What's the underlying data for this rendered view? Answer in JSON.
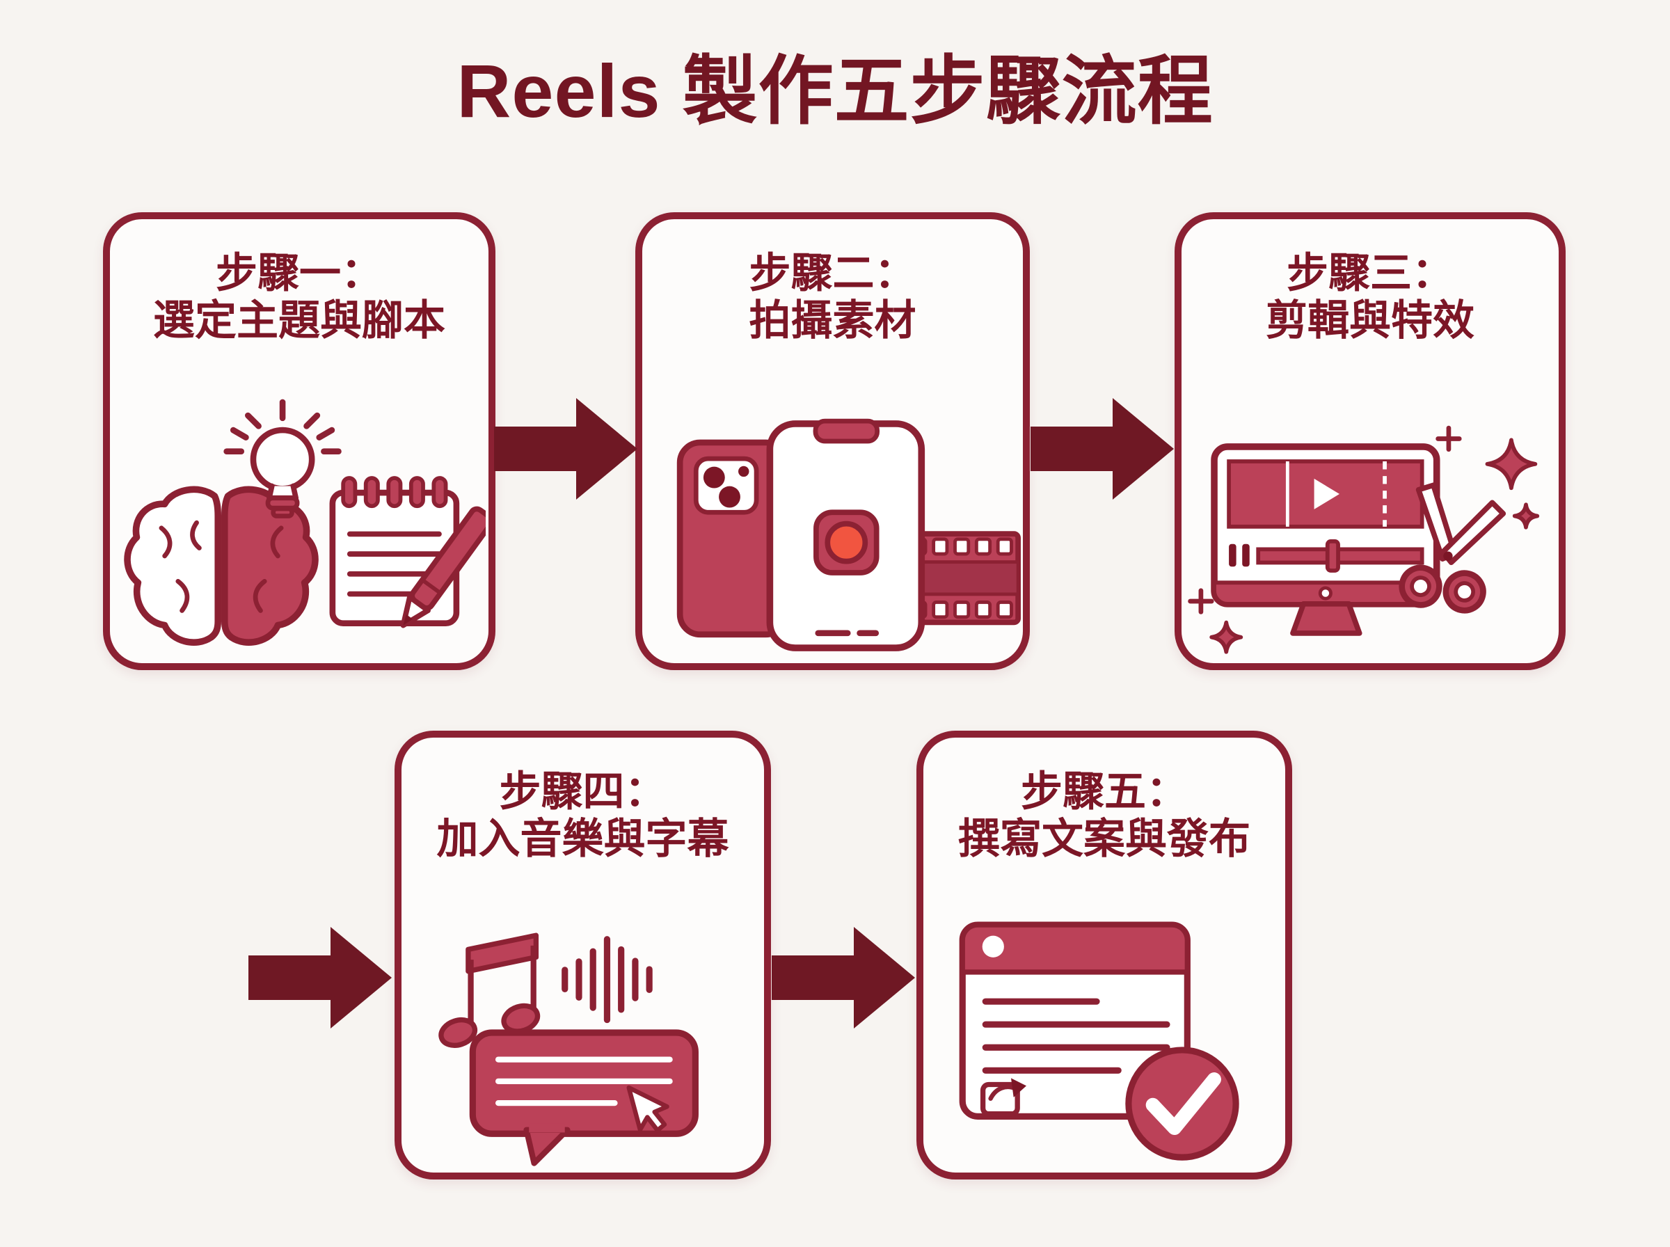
{
  "title": "Reels 製作五步驟流程",
  "colors": {
    "outline": "#8c2133",
    "text": "#7c1626",
    "arrow": "#6f1824",
    "icon_fill": "#bb4158",
    "icon_fill_dark": "#a23349",
    "lens_dark": "#7c1626",
    "accent_record": "#f15540",
    "background": "#f7f4f1",
    "card_background": "#fdfcfb"
  },
  "steps": [
    {
      "line1": "步驟一：",
      "line2": "選定主題與腳本",
      "icon": "brain-lightbulb-notepad-icon"
    },
    {
      "line1": "步驟二：",
      "line2": "拍攝素材",
      "icon": "phone-camera-filmstrip-icon"
    },
    {
      "line1": "步驟三：",
      "line2": "剪輯與特效",
      "icon": "video-editing-scissors-icon"
    },
    {
      "line1": "步驟四：",
      "line2": "加入音樂與字幕",
      "icon": "music-waveform-caption-icon"
    },
    {
      "line1": "步驟五：",
      "line2": "撰寫文案與發布",
      "icon": "post-share-check-icon"
    }
  ]
}
